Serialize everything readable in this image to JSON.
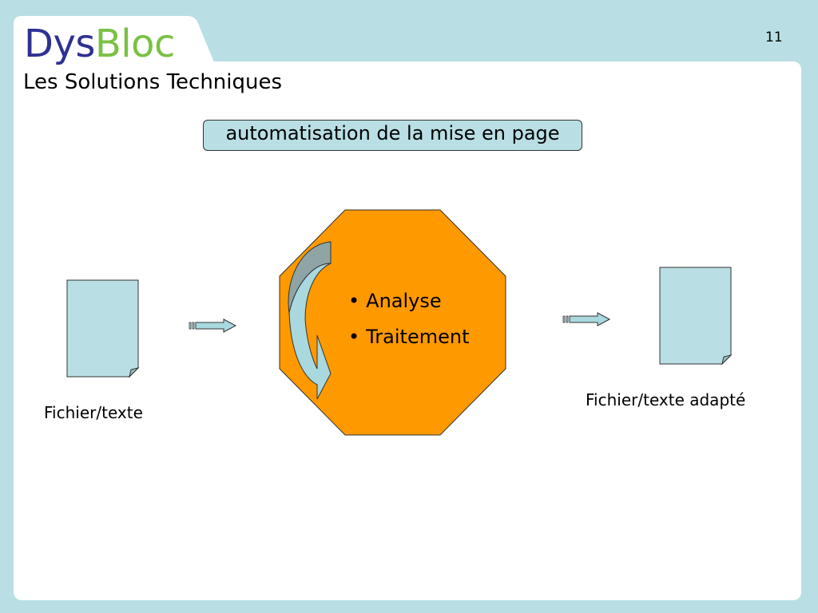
{
  "header": {
    "brand_part1": "Dys",
    "brand_part2": "Bloc",
    "subtitle": "Les Solutions Techniques",
    "page_number": "11"
  },
  "caption": "automatisation de la mise en page",
  "process": {
    "steps": [
      "Analyse",
      "Traitement"
    ]
  },
  "input_file": {
    "label": "Fichier/texte"
  },
  "output_file": {
    "label": "Fichier/texte adapté"
  },
  "colors": {
    "background": "#b9dfe4",
    "panel": "#ffffff",
    "octagon": "#ff9900",
    "file_fill": "#b9dfe4",
    "arrow_fill": "#a9d8df",
    "brand_dark": "#2e3192",
    "brand_green": "#7ac143"
  }
}
